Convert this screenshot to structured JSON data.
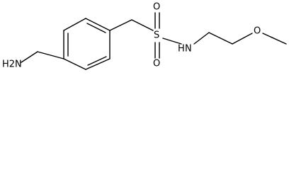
{
  "molecule": {
    "atoms": {
      "amine": "H2N",
      "sulfur": "S",
      "oxygen_top": "O",
      "oxygen_bottom": "O",
      "nitrogen": "N",
      "hydrogen_on_n": "H",
      "oxygen_ether": "O"
    }
  }
}
